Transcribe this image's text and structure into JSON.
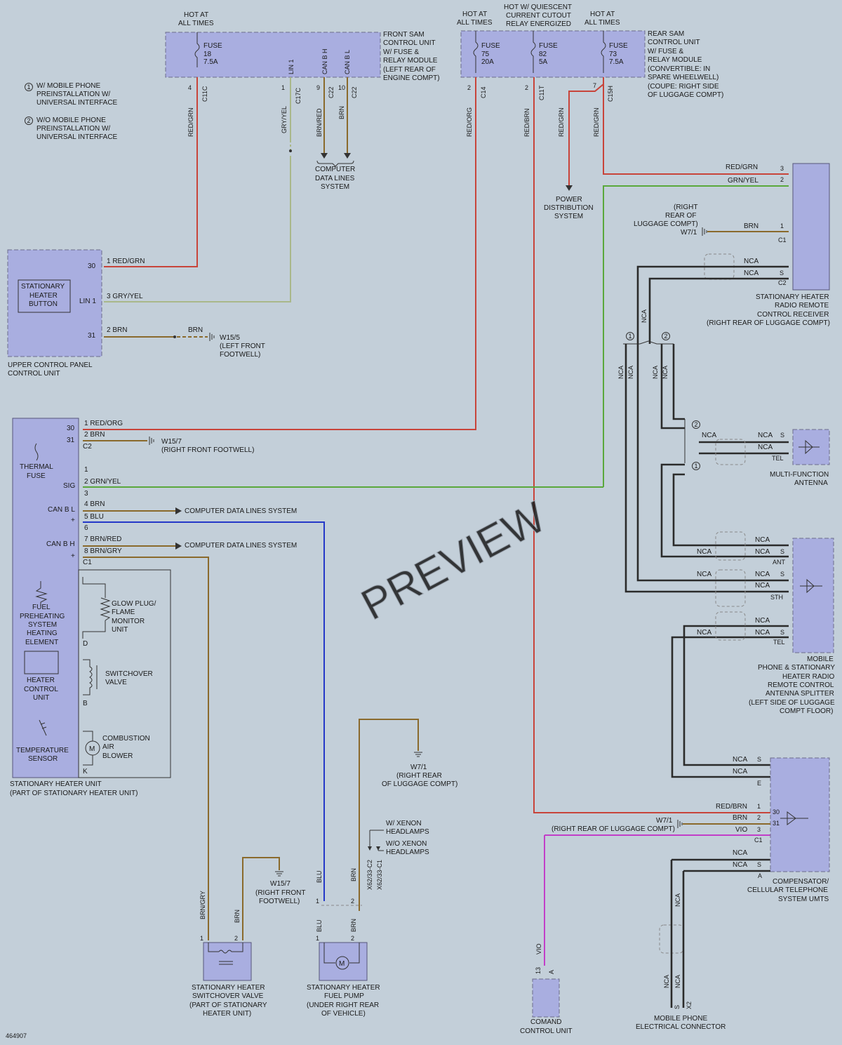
{
  "watermark": "PREVIEW",
  "figure_id": "464907",
  "colors": {
    "red": "#c8443a",
    "green": "#5aa83c",
    "blue": "#2438c8",
    "brown": "#8a6a2c",
    "grayyel": "#a9b88a",
    "magenta": "#c23ec8",
    "black": "#2b2b2b",
    "box_fill": "#a9aee0",
    "background": "#c3cfd9"
  },
  "legend": {
    "item1_num": "1",
    "item1_line1": "W/ MOBILE PHONE",
    "item1_line2": "PREINSTALLATION W/",
    "item1_line3": "UNIVERSAL INTERFACE",
    "item2_num": "2",
    "item2_line1": "W/O MOBILE PHONE",
    "item2_line2": "PREINSTALLATION W/",
    "item2_line3": "UNIVERSAL INTERFACE"
  },
  "front_sam": {
    "hot1": "HOT AT",
    "hot2": "ALL TIMES",
    "fuse_label": "FUSE",
    "fuse_num": "18",
    "fuse_amp": "7.5A",
    "pin_lin1": "LIN 1",
    "pin_canbh": "CAN B H",
    "pin_canbl": "CAN B L",
    "name1": "FRONT SAM",
    "name2": "CONTROL UNIT",
    "name3": "W/ FUSE &",
    "name4": "RELAY MODULE",
    "name5": "(LEFT REAR OF",
    "name6": "ENGINE COMPT)",
    "c1_pin": "4",
    "c1_conn": "C11C",
    "c2_pin": "1",
    "c2_conn": "C17C",
    "c3_pin": "9",
    "c3_conn": "C22",
    "c4_pin": "10",
    "c4_conn": "C22",
    "w1": "RED/GRN",
    "w2": "GRY/YEL",
    "w3": "BRN/RED",
    "w4": "BRN",
    "cds1": "COMPUTER",
    "cds2": "DATA LINES",
    "cds3": "SYSTEM"
  },
  "rear_sam": {
    "hot1": "HOT AT",
    "hot2": "ALL TIMES",
    "q1": "HOT W/ QUIESCENT",
    "q2": "CURRENT CUTOUT",
    "q3": "RELAY ENERGIZED",
    "hot3": "HOT AT",
    "hot4": "ALL TIMES",
    "f1_label": "FUSE",
    "f1_num": "75",
    "f1_amp": "20A",
    "f2_label": "FUSE",
    "f2_num": "82",
    "f2_amp": "5A",
    "f3_label": "FUSE",
    "f3_num": "73",
    "f3_amp": "7.5A",
    "name1": "REAR SAM",
    "name2": "CONTROL UNIT",
    "name3": "W/ FUSE &",
    "name4": "RELAY MODULE",
    "name5": "(CONVERTIBLE: IN",
    "name6": "SPARE WHEELWELL)",
    "name7": "(COUPE: RIGHT SIDE",
    "name8": "OF LUGGAGE COMPT)",
    "p1": "2",
    "c1": "C14",
    "p2": "2",
    "c2": "C11T",
    "p3": "7",
    "c3": "C15H",
    "w1": "RED/ORG",
    "w2": "RED/BRN",
    "w3": "RED/GRN",
    "w4": "RED/GRN",
    "pd1": "POWER",
    "pd2": "DISTRIBUTION",
    "pd3": "SYSTEM"
  },
  "upper_panel": {
    "p30": "30",
    "plin": "LIN 1",
    "p31": "31",
    "btn1": "STATIONARY",
    "btn2": "HEATER",
    "btn3": "BUTTON",
    "w1": "1  RED/GRN",
    "w2": "3  GRY/YEL",
    "w3": "2  BRN",
    "w3b": "BRN",
    "gnd1": "W15/5",
    "gnd2": "(LEFT FRONT",
    "gnd3": "FOOTWELL)",
    "name1": "UPPER CONTROL PANEL",
    "name2": "CONTROL UNIT"
  },
  "heater_unit": {
    "p30": "30",
    "p31": "31",
    "thermal1": "THERMAL",
    "thermal2": "FUSE",
    "sig": "SIG",
    "canbl": "CAN B L",
    "plus1": "+",
    "canbh": "CAN B H",
    "plus2": "+",
    "fuel1": "FUEL",
    "fuel2": "PREHEATING",
    "fuel3": "SYSTEM",
    "fuel4": "HEATING",
    "fuel5": "ELEMENT",
    "hcu1": "HEATER",
    "hcu2": "CONTROL",
    "hcu3": "UNIT",
    "temp1": "TEMPERATURE",
    "temp2": "SENSOR",
    "w1": "1   RED/ORG",
    "w2": "2   BRN",
    "c2": "C2",
    "gnd1": "W15/7",
    "gnd2": "(RIGHT FRONT FOOTWELL)",
    "w3": "1",
    "w4": "2   GRN/YEL",
    "w5": "3",
    "w6": "4   BRN",
    "w7": "5   BLU",
    "w8": "6",
    "w9": "7   BRN/RED",
    "w10": "8   BRN/GRY",
    "c1": "C1",
    "cds_a": "COMPUTER DATA LINES SYSTEM",
    "cds_b": "COMPUTER DATA LINES SYSTEM",
    "glow1": "GLOW PLUG/",
    "glow2": "FLAME",
    "glow3": "MONITOR",
    "glow4": "UNIT",
    "pin_d": "D",
    "sw1": "SWITCHOVER",
    "sw2": "VALVE",
    "pin_b": "B",
    "comb1": "COMBUSTION",
    "comb2": "AIR",
    "comb3": "BLOWER",
    "pin_k": "K",
    "name1": "STATIONARY HEATER UNIT",
    "name2": "(PART OF STATIONARY HEATER UNIT)"
  },
  "bottom": {
    "gnd_lug1": "W7/1",
    "gnd_lug2": "(RIGHT REAR",
    "gnd_lug3": "OF LUGGAGE COMPT)",
    "xen1": "W/ XENON",
    "xen2": "HEADLAMPS",
    "noxen1": "W/O XENON",
    "noxen2": "HEADLAMPS",
    "xc2": "X62/33-C2",
    "xc1": "X62/33-C1",
    "gnd_ff1": "W15/7",
    "gnd_ff2": "(RIGHT FRONT",
    "gnd_ff3": "FOOTWELL)",
    "wv1": "BRN/GRY",
    "wv2": "BRN",
    "wp1": "BLU",
    "wp2": "BRN",
    "wp3": "BLU",
    "wp4": "BRN",
    "v_p1": "1",
    "v_p2": "2",
    "f_p1": "1",
    "f_p2": "2",
    "f_p3": "1",
    "f_p4": "2",
    "valve1": "STATIONARY HEATER",
    "valve2": "SWITCHOVER VALVE",
    "valve3": "(PART OF STATIONARY",
    "valve4": "HEATER UNIT)",
    "pump1": "STATIONARY HEATER",
    "pump2": "FUEL PUMP",
    "pump3": "(UNDER RIGHT REAR",
    "pump4": "OF VEHICLE)",
    "vio": "VIO",
    "com_p": "13",
    "com_c": "A",
    "comand1": "COMAND",
    "comand2": "CONTROL UNIT",
    "mp_nca1": "NCA",
    "mp_nca2": "NCA",
    "mp_nca3": "NCA",
    "mp_s": "S",
    "mp_x": "X2",
    "mp1": "MOBILE PHONE",
    "mp2": "ELECTRICAL CONNECTOR"
  },
  "radio_rx": {
    "w1": "RED/GRN",
    "w2": "GRN/YEL",
    "p3": "3",
    "p2": "2",
    "loc1": "(RIGHT",
    "loc2": "REAR OF",
    "loc3": "LUGGAGE COMPT)",
    "gnd": "W7/1",
    "w3": "BRN",
    "p1": "1",
    "c1": "C1",
    "nca1": "NCA",
    "nca2": "NCA",
    "s": "S",
    "c2": "C2",
    "name1": "STATIONARY HEATER",
    "name2": "RADIO REMOTE",
    "name3": "CONTROL RECEIVER",
    "name4": "(RIGHT REAR OF LUGGAGE COMPT)",
    "nca_v": "NCA",
    "n1": "1",
    "n2": "2",
    "ncav1": "NCA",
    "ncav2": "NCA",
    "ncav3": "NCA",
    "ncav4": "NCA"
  },
  "mfa": {
    "n2": "2",
    "n1": "1",
    "nca1": "NCA",
    "nca2": "NCA",
    "nca3": "NCA",
    "s": "S",
    "tel": "TEL",
    "name1": "MULTI-FUNCTION",
    "name2": "ANTENNA"
  },
  "splitter": {
    "nca1": "NCA",
    "nca2": "NCA",
    "nca3": "NCA",
    "s1": "S",
    "ant": "ANT",
    "nca4": "NCA",
    "nca5": "NCA",
    "s2": "S",
    "nca6": "NCA",
    "sth": "STH",
    "nca7": "NCA",
    "nca8": "NCA",
    "s3": "S",
    "nca9": "NCA",
    "tel": "TEL",
    "name1": "MOBILE",
    "name2": "PHONE & STATIONARY",
    "name3": "HEATER RADIO",
    "name4": "REMOTE CONTROL",
    "name5": "ANTENNA SPLITTER",
    "name6": "(LEFT SIDE OF LUGGAGE",
    "name7": "COMPT FLOOR)"
  },
  "compensator": {
    "nca1": "NCA",
    "s1": "S",
    "nca2": "NCA",
    "e": "E",
    "w1": "RED/BRN",
    "p30": "30",
    "p1": "1",
    "gnd": "W7/1",
    "w2": "BRN",
    "p2": "2",
    "p31": "31",
    "loc": "(RIGHT REAR OF LUGGAGE COMPT)",
    "w3": "VIO",
    "p3": "3",
    "c1": "C1",
    "nca3": "NCA",
    "nca4": "NCA",
    "s2": "S",
    "a": "A",
    "name1": "COMPENSATOR/",
    "name2": "CELLULAR TELEPHONE",
    "name3": "SYSTEM UMTS"
  }
}
